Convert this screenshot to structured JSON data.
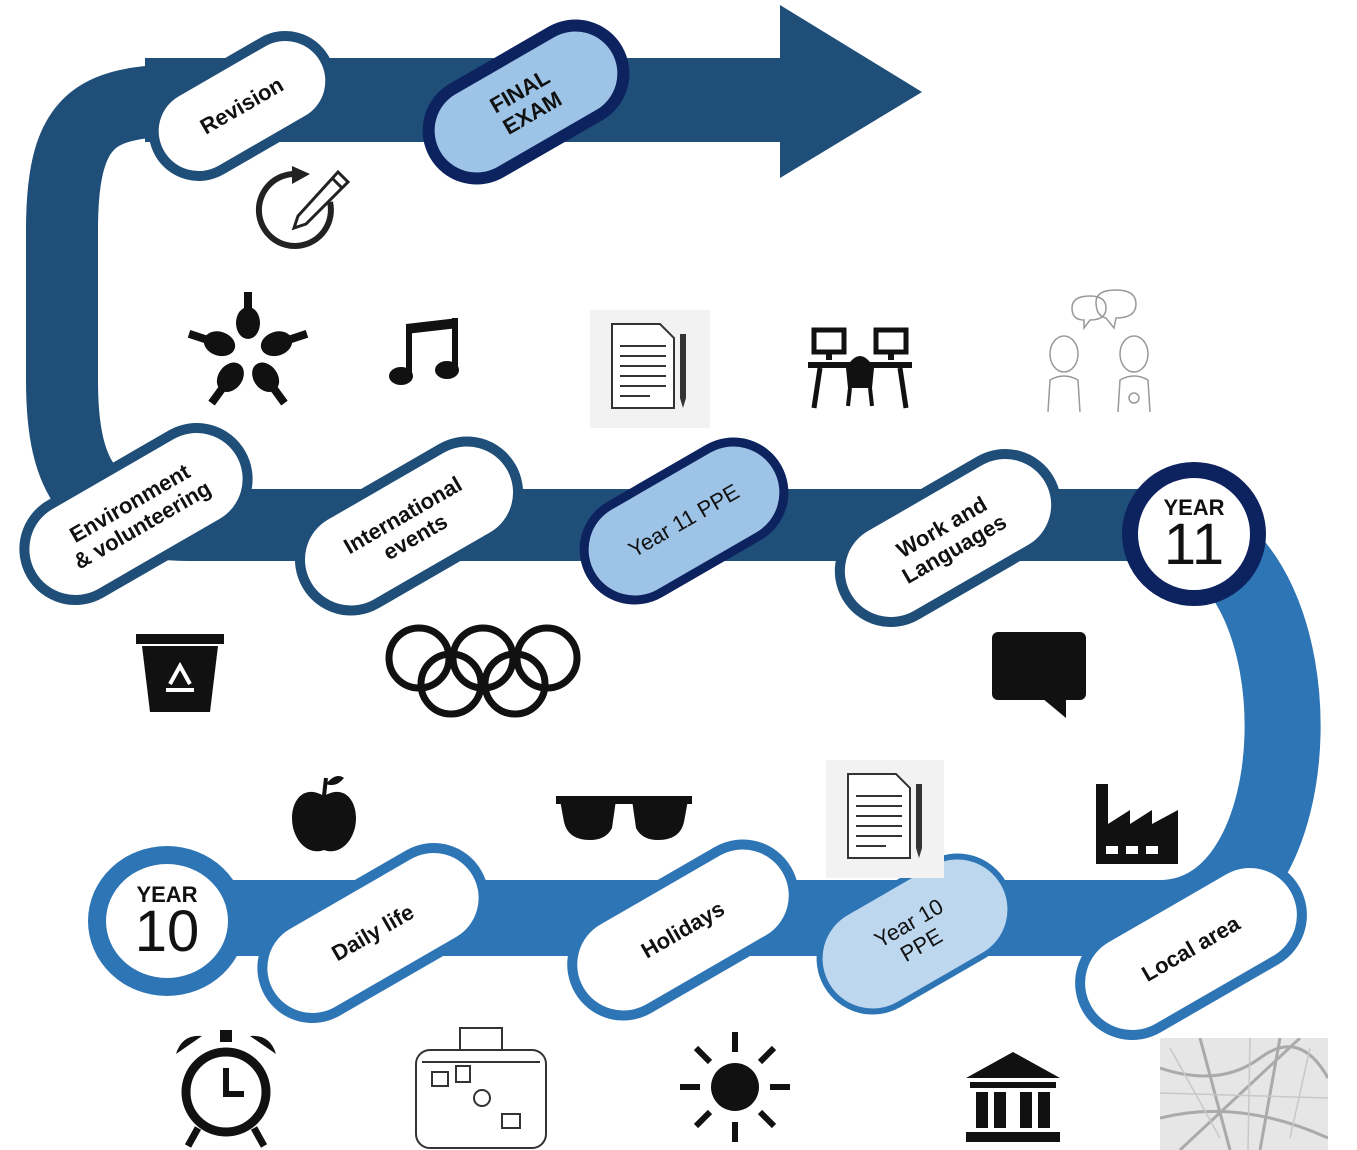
{
  "colors": {
    "light_road": "#2e75b6",
    "dark_road": "#1f4e79",
    "navy": "#0d2360",
    "pale_blue": "#bdd7ee",
    "exam_blue": "#9dc3e6"
  },
  "year10": {
    "label": "YEAR",
    "number": "10"
  },
  "year11": {
    "label": "YEAR",
    "number": "11"
  },
  "topics": {
    "daily_life": "Daily life",
    "holidays": "Holidays",
    "year10_ppe": "Year 10\nPPE",
    "local_area": "Local area",
    "work_languages": "Work and\nLanguages",
    "year11_ppe": "Year 11 PPE",
    "international_events": "International\nevents",
    "environment": "Environment\n& volunteering",
    "revision": "Revision",
    "final_exam": "FINAL\nEXAM"
  },
  "icons": [
    "recycle-bin-icon",
    "olympic-rings-icon",
    "speech-bubble-icon",
    "apple-icon",
    "sunglasses-icon",
    "document-pen-icon",
    "factory-icon",
    "alarm-clock-icon",
    "suitcase-icon",
    "sun-icon",
    "museum-icon",
    "street-map-icon",
    "hands-circle-icon",
    "music-note-icon",
    "computer-desks-icon",
    "people-talking-icon",
    "revision-pencil-icon"
  ]
}
